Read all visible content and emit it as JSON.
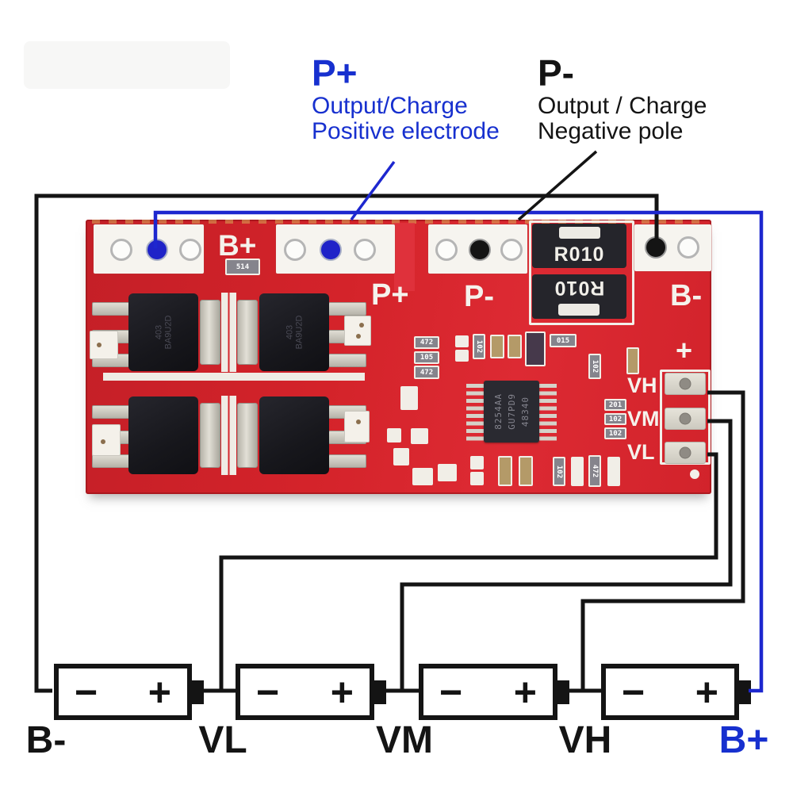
{
  "annotations": {
    "p_plus": {
      "title": "P+",
      "line1": "Output/Charge",
      "line2": "Positive electrode"
    },
    "p_minus": {
      "title": "P-",
      "line1": "Output / Charge",
      "line2": "Negative pole"
    }
  },
  "board": {
    "silk": {
      "b_plus_pad": "B+",
      "p_plus": "P+",
      "p_minus": "P-",
      "b_minus": "B-",
      "plus_mark": "+",
      "vh": "VH",
      "vm": "VM",
      "vl": "VL"
    },
    "shunt_label": "R010",
    "cap514": "514",
    "ic": {
      "line1": "8254AA",
      "line2": "GU7PD9",
      "line3": "48340"
    },
    "mosfet_marking_line1": "403",
    "mosfet_marking_line2": "BA9U2D",
    "smd_labels": {
      "r1": "472",
      "r2": "105",
      "r3": "472",
      "r4": "102",
      "r5": "015",
      "r6": "102",
      "r7": "201",
      "r8": "102",
      "r9": "102",
      "r10": "102",
      "r11": "472"
    }
  },
  "battery_bank": {
    "neg_symbol": "−",
    "pos_symbol": "+",
    "labels": [
      {
        "text": "B-"
      },
      {
        "text": "VL"
      },
      {
        "text": "VM"
      },
      {
        "text": "VH"
      },
      {
        "text": "B+"
      }
    ]
  },
  "colors": {
    "blue": "#1730cf",
    "wire_black": "#141414",
    "pcb_red": "#d4232a"
  }
}
